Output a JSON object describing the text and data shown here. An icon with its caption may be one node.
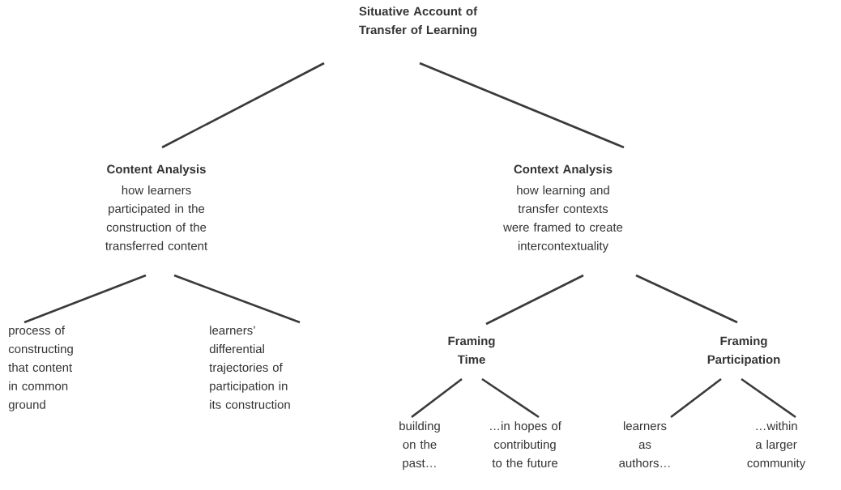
{
  "diagram": {
    "nodes": [
      {
        "text": [
          "Situative Account of Transfer of Learning"
        ]
      },
      {
        "text": [
          "Content Analysis",
          "how learners participated in the construction of the transferred content"
        ]
      },
      {
        "text": [
          "Context Analysis",
          "how learning and transfer contexts were framed to create intercontextuality"
        ]
      },
      {
        "text": [
          "process of constructing that content in common ground"
        ]
      },
      {
        "text": [
          "learners’ differential trajectories of participation in its construction"
        ]
      },
      {
        "text": [
          "Framing Time"
        ]
      },
      {
        "text": [
          "Framing Participation"
        ]
      },
      {
        "text": [
          "building on the past…"
        ]
      },
      {
        "text": [
          "…in hopes of contributing to the future"
        ]
      },
      {
        "text": [
          "learners as authors…"
        ]
      },
      {
        "text": [
          "…within a larger community"
        ]
      }
    ],
    "edges": [
      {
        "from": 0,
        "to": 1,
        "arrow": "none"
      },
      {
        "from": 0,
        "to": 2,
        "arrow": "none"
      },
      {
        "from": 1,
        "to": 3,
        "arrow": "none"
      },
      {
        "from": 1,
        "to": 4,
        "arrow": "none"
      },
      {
        "from": 2,
        "to": 5,
        "arrow": "none"
      },
      {
        "from": 2,
        "to": 6,
        "arrow": "none"
      },
      {
        "from": 5,
        "to": 7,
        "arrow": "none"
      },
      {
        "from": 5,
        "to": 8,
        "arrow": "none"
      },
      {
        "from": 6,
        "to": 9,
        "arrow": "none"
      },
      {
        "from": 6,
        "to": 10,
        "arrow": "none"
      }
    ]
  }
}
